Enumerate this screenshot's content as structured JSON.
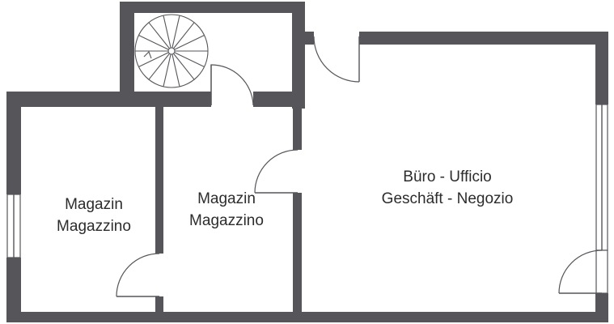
{
  "rooms": {
    "storage_left": {
      "line1": "Magazin",
      "line2": "Magazzino"
    },
    "storage_middle": {
      "line1": "Magazin",
      "line2": "Magazzino"
    },
    "office": {
      "line1": "Büro - Ufficio",
      "line2": "Geschäft - Negozio"
    }
  },
  "colors": {
    "wall": "#56555a",
    "background": "#ffffff",
    "text": "#2c2c2c"
  }
}
